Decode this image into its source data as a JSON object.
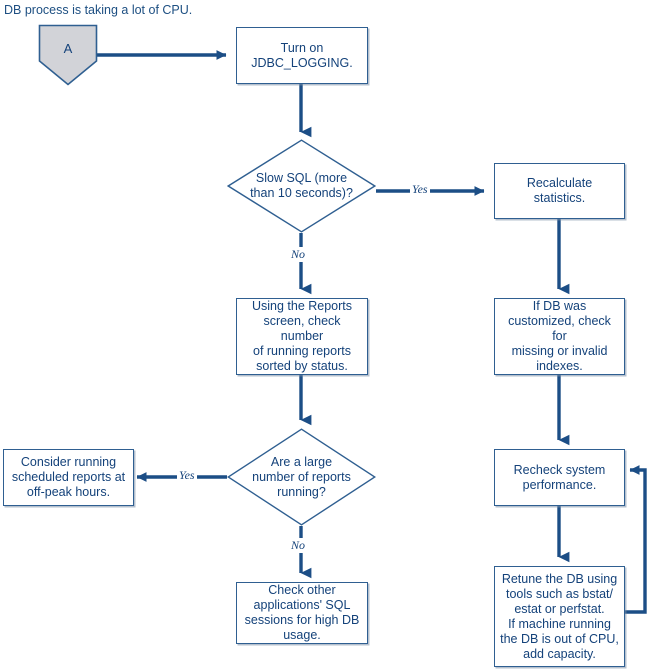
{
  "diagram": {
    "title_caption": "DB process is taking a lot of CPU.",
    "type": "flowchart",
    "line_color": "#1c4e86",
    "box_border_color": "#2f5f91",
    "text_color": "#14427a",
    "connector_fill": "#d2d3d8",
    "nodes": [
      {
        "id": "a",
        "shape": "connector",
        "label": "A"
      },
      {
        "id": "jdbc",
        "shape": "process",
        "label": "Turn on\nJDBC_LOGGING."
      },
      {
        "id": "slowsql",
        "shape": "decision",
        "label": "Slow SQL (more\nthan 10 seconds)?"
      },
      {
        "id": "recalc",
        "shape": "process",
        "label": "Recalculate statistics."
      },
      {
        "id": "reports",
        "shape": "process",
        "label": "Using the Reports\nscreen, check number\nof running reports\nsorted by status."
      },
      {
        "id": "indexes",
        "shape": "process",
        "label": "If DB was\ncustomized, check for\nmissing or invalid\nindexes."
      },
      {
        "id": "manyreports",
        "shape": "decision",
        "label": "Are a large\nnumber of reports\nrunning?"
      },
      {
        "id": "offpeak",
        "shape": "process",
        "label": "Consider running\nscheduled reports at\noff-peak hours."
      },
      {
        "id": "recheck",
        "shape": "process",
        "label": "Recheck system\nperformance."
      },
      {
        "id": "checkother",
        "shape": "process",
        "label": "Check other\napplications' SQL\nsessions for high DB\nusage."
      },
      {
        "id": "retune",
        "shape": "process",
        "label": "Retune the DB using\ntools such as bstat/\nestat or perfstat.\nIf machine running\nthe DB is out of CPU,\nadd capacity."
      }
    ],
    "edges": [
      {
        "from": "a",
        "to": "jdbc",
        "label": ""
      },
      {
        "from": "jdbc",
        "to": "slowsql",
        "label": ""
      },
      {
        "from": "slowsql",
        "to": "recalc",
        "label": "Yes"
      },
      {
        "from": "slowsql",
        "to": "reports",
        "label": "No"
      },
      {
        "from": "recalc",
        "to": "indexes",
        "label": ""
      },
      {
        "from": "reports",
        "to": "manyreports",
        "label": ""
      },
      {
        "from": "manyreports",
        "to": "offpeak",
        "label": "Yes"
      },
      {
        "from": "manyreports",
        "to": "checkother",
        "label": "No"
      },
      {
        "from": "indexes",
        "to": "recheck",
        "label": ""
      },
      {
        "from": "recheck",
        "to": "retune",
        "label": ""
      },
      {
        "from": "retune",
        "to": "recheck",
        "label": ""
      }
    ],
    "edge_labels": {
      "yes_slowsql": "Yes",
      "no_slowsql": "No",
      "yes_manyreports": "Yes",
      "no_manyreports": "No"
    }
  }
}
